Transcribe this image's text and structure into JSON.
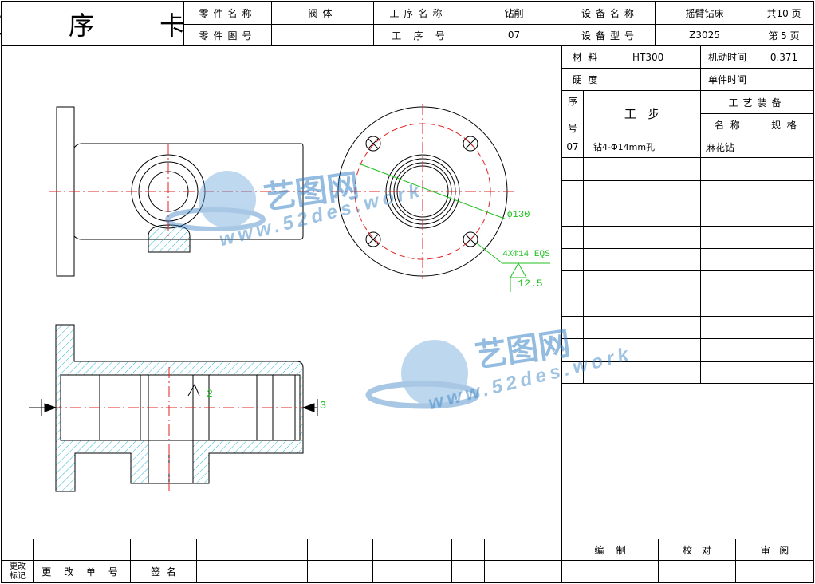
{
  "header": {
    "title": "工 序 卡",
    "part_name_label": "零件名称",
    "part_name_value": "阀体",
    "process_name_label": "工序名称",
    "process_name_value": "钻削",
    "equipment_name_label": "设备名称",
    "equipment_name_value": "摇臂钻床",
    "total_pages": "共10 页",
    "part_drawing_label": "零件图号",
    "part_drawing_value": "",
    "process_no_label": "工    序    号",
    "process_no_value": "07",
    "equipment_model_label": "设备型号",
    "equipment_model_value": "Z3025",
    "page_no": "第 5 页"
  },
  "info": {
    "material_label": "材  料",
    "material_value": "HT300",
    "machine_time_label": "机动时间",
    "machine_time_value": "0.371",
    "hardness_label": "硬  度",
    "hardness_value": "",
    "unit_time_label": "单件时间",
    "unit_time_value": ""
  },
  "steps_table": {
    "seq_label_top": "序",
    "seq_label_bottom": "号",
    "step_label": "工   步",
    "equipment_label": "工艺装备",
    "name_label": "名  称",
    "spec_label": "规  格",
    "rows": [
      {
        "seq": "07",
        "step": "钻4-Φ14mm孔",
        "name": "麻花钻",
        "spec": ""
      }
    ]
  },
  "drawing": {
    "dim_phi130": "ϕ130",
    "dim_holes": "4XΦ14 EQS",
    "dim_depth": "12.5",
    "section_2": "2",
    "section_3": "3"
  },
  "watermark": {
    "brand": "艺图网",
    "url": "www.52des.work"
  },
  "footer": {
    "revision_label": "更改标记",
    "change_no_label": "更 改 单 号",
    "sign_label": "签  名",
    "compile_label": "编    制",
    "check_label": "校   对",
    "review_label": "审   阅"
  }
}
